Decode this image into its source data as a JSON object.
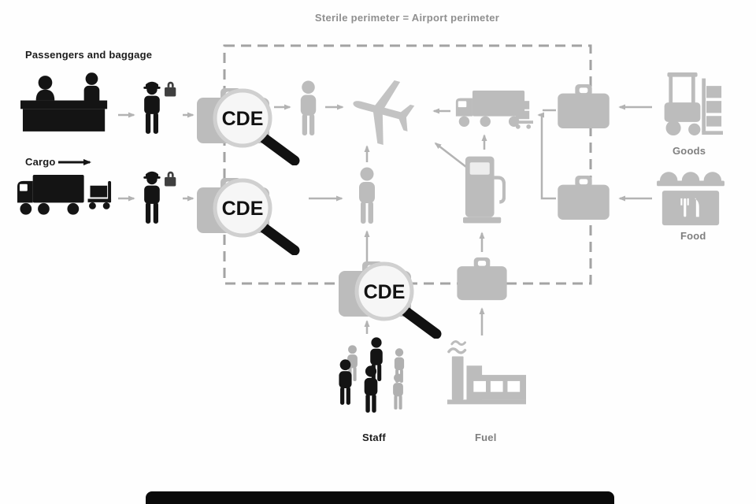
{
  "title": "Sterile perimeter = Airport perimeter",
  "labels": {
    "passengers": "Passengers and baggage",
    "cargo": "Cargo",
    "goods": "Goods",
    "food": "Food",
    "staff": "Staff",
    "fuel": "Fuel"
  },
  "cde": {
    "label": "CDE"
  },
  "colors": {
    "dark_icon": "#141414",
    "gray_icon": "#bcbcbc",
    "perimeter_dash": "#a3a3a3",
    "arrow": "#b3b3b3",
    "title_text": "#8f8f8f"
  }
}
